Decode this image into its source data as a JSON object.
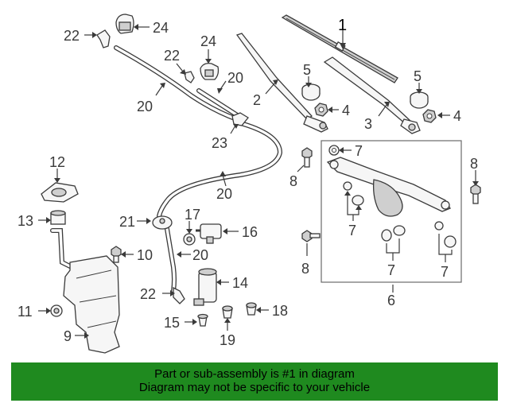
{
  "callouts": {
    "c1": "1",
    "c2": "2",
    "c3": "3",
    "c4a": "4",
    "c4b": "4",
    "c5a": "5",
    "c5b": "5",
    "c6": "6",
    "c7a": "7",
    "c7b": "7",
    "c7c": "7",
    "c7d": "7",
    "c8a": "8",
    "c8b": "8",
    "c8c": "8",
    "c9": "9",
    "c10": "10",
    "c11": "11",
    "c12": "12",
    "c13": "13",
    "c14": "14",
    "c15": "15",
    "c16": "16",
    "c17": "17",
    "c18": "18",
    "c19": "19",
    "c20a": "20",
    "c20b": "20",
    "c20c": "20",
    "c20d": "20",
    "c21": "21",
    "c22a": "22",
    "c22b": "22",
    "c22c": "22",
    "c23": "23",
    "c24a": "24",
    "c24b": "24"
  },
  "banner": {
    "line1": "Part or sub-assembly is #1 in diagram",
    "line2": "Diagram may not be specific to your vehicle"
  },
  "colors": {
    "banner_bg": "#1f8a1f",
    "line": "#3a3a3a"
  }
}
